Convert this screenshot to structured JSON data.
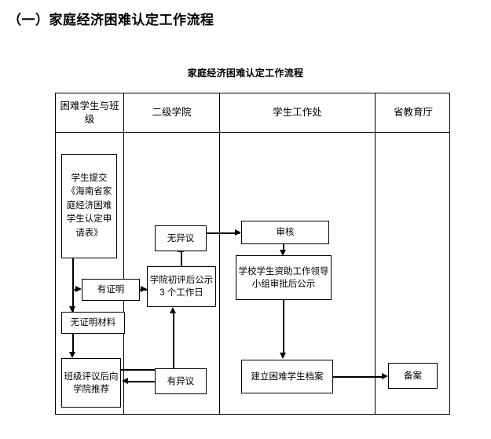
{
  "document": {
    "heading": "（一）家庭经济困难认定工作流程",
    "figure_caption": "家庭经济困难认定工作流程"
  },
  "colors": {
    "background": "#ffffff",
    "line": "#000000",
    "text": "#000000"
  },
  "chart_data": {
    "type": "diagram",
    "diagram_kind": "swimlane-flowchart",
    "title": "家庭经济困难认定工作流程",
    "lanes": [
      {
        "id": "lane-students",
        "label": "困难学生与班级"
      },
      {
        "id": "lane-college",
        "label": "二级学院"
      },
      {
        "id": "lane-affairs",
        "label": "学生工作处"
      },
      {
        "id": "lane-department",
        "label": "省教育厅"
      }
    ],
    "nodes": [
      {
        "id": "apply",
        "lane": "lane-students",
        "label": "学生提交《海南省家庭经济困难学生认定申请表》"
      },
      {
        "id": "proof",
        "lane": "lane-students",
        "label": "有证明"
      },
      {
        "id": "noproof",
        "lane": "lane-students",
        "label": "无证明材料"
      },
      {
        "id": "classrec",
        "lane": "lane-students",
        "label": "班级评议后向学院推荐"
      },
      {
        "id": "noobj",
        "lane": "lane-college",
        "label": "无异议"
      },
      {
        "id": "review3d",
        "lane": "lane-college",
        "label": "学院初评后公示 3 个工作日"
      },
      {
        "id": "objection",
        "lane": "lane-college",
        "label": "有异议"
      },
      {
        "id": "audit",
        "lane": "lane-affairs",
        "label": "审核"
      },
      {
        "id": "approve",
        "lane": "lane-affairs",
        "label": "学校学生资助工作领导小组审批后公示"
      },
      {
        "id": "archive",
        "lane": "lane-affairs",
        "label": "建立困难学生档案"
      },
      {
        "id": "filing",
        "lane": "lane-department",
        "label": "备案"
      }
    ],
    "edges": [
      {
        "from": "apply",
        "to": "proof"
      },
      {
        "from": "apply",
        "to": "noproof"
      },
      {
        "from": "noproof",
        "to": "classrec"
      },
      {
        "from": "proof",
        "to": "review3d"
      },
      {
        "from": "classrec",
        "to": "review3d"
      },
      {
        "from": "review3d",
        "to": "noobj"
      },
      {
        "from": "objection",
        "to": "review3d"
      },
      {
        "from": "objection",
        "to": "classrec"
      },
      {
        "from": "noobj",
        "to": "audit"
      },
      {
        "from": "audit",
        "to": "approve"
      },
      {
        "from": "approve",
        "to": "archive"
      },
      {
        "from": "archive",
        "to": "filing"
      }
    ]
  }
}
